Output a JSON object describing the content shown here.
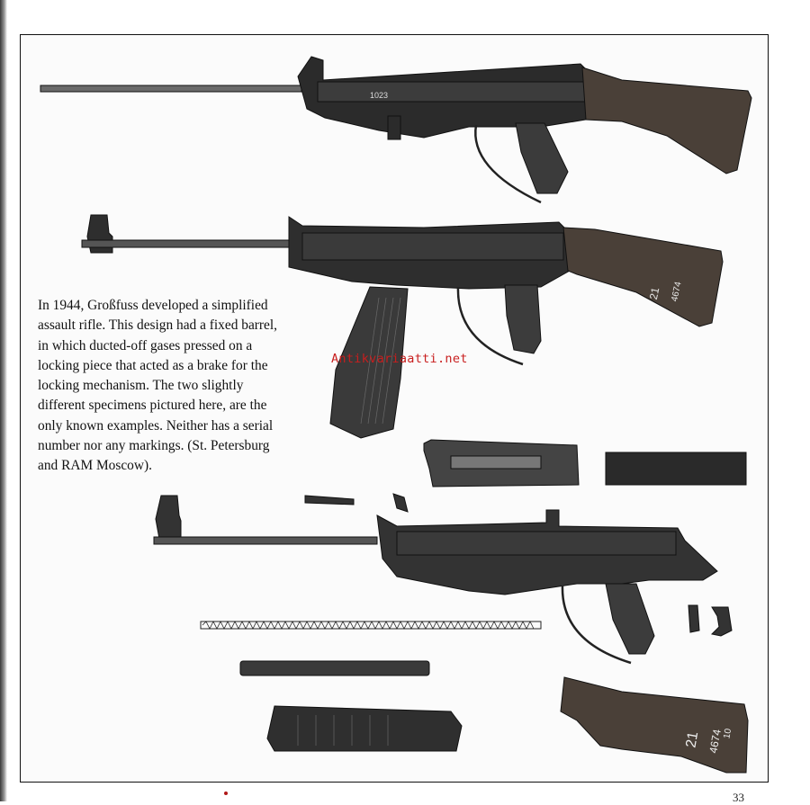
{
  "caption": {
    "lines": [
      "In 1944, Großfuss developed a simplified",
      "assault rifle. This design had a fixed barrel,",
      "in which ducted-off gases pressed on a",
      "locking piece that acted as a brake for the",
      "locking mechanism. The two slightly",
      "different specimens pictured here, are the",
      "only known examples. Neither has a serial",
      "number nor any markings. (St. Petersburg",
      "and RAM Moscow)."
    ]
  },
  "watermark": "Antikvariaatti.net",
  "markings": {
    "rifle1_receiver": "1023",
    "rifle2_stock_number": "21",
    "rifle2_stock_serial": "4674",
    "stock_part_number": "21",
    "stock_part_serial": "4674",
    "stock_part_small": "10"
  },
  "page_number": "33"
}
